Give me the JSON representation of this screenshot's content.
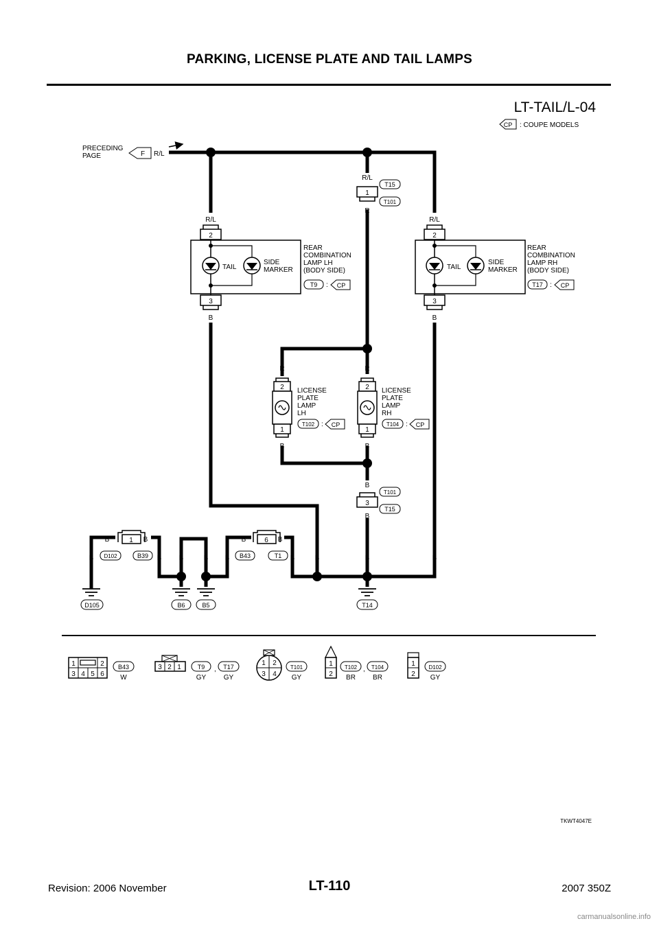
{
  "header": {
    "title": "PARKING, LICENSE PLATE AND TAIL LAMPS",
    "diagram_code": "LT-TAIL/L-04"
  },
  "legend": {
    "cp_label": "CP",
    "cp_desc": ": COUPE MODELS"
  },
  "preceding": {
    "line1": "PRECEDING",
    "line2": "PAGE",
    "flag": "F"
  },
  "colors": {
    "rl": "R/L",
    "r": "R",
    "b": "B"
  },
  "pins": {
    "p1": "1",
    "p2": "2",
    "p3": "3",
    "p4": "4",
    "p5": "5",
    "p6": "6"
  },
  "sep": {
    "colon": ":",
    "comma": ","
  },
  "lamps": {
    "tail": "TAIL",
    "side1": "SIDE",
    "side2": "MARKER",
    "lh": {
      "l1": "REAR",
      "l2": "COMBINATION",
      "l3": "LAMP LH",
      "l4": "(BODY SIDE)",
      "conn": "T9"
    },
    "rh": {
      "l1": "REAR",
      "l2": "COMBINATION",
      "l3": "LAMP RH",
      "l4": "(BODY SIDE)",
      "conn": "T17"
    }
  },
  "license": {
    "lh": {
      "l1": "LICENSE",
      "l2": "PLATE",
      "l3": "LAMP",
      "l4": "LH",
      "conn": "T102"
    },
    "rh": {
      "l1": "LICENSE",
      "l2": "PLATE",
      "l3": "LAMP",
      "l4": "RH",
      "conn": "T104"
    }
  },
  "connectors": {
    "t15": "T15",
    "t101": "T101",
    "d102": "D102",
    "b39": "B39",
    "b43": "B43",
    "t1": "T1"
  },
  "grounds": {
    "d105": "D105",
    "b6": "B6",
    "b5": "B5",
    "t14": "T14"
  },
  "connector_table": [
    {
      "conn": "B43",
      "color": "W"
    },
    {
      "conn": "T9",
      "conn2": "T17",
      "color": "GY",
      "color2": "GY"
    },
    {
      "conn": "T101",
      "color": "GY"
    },
    {
      "conn": "T102",
      "conn2": "T104",
      "color": "BR",
      "color2": "BR"
    },
    {
      "conn": "D102",
      "color": "GY"
    }
  ],
  "figure_code": "TKWT4047E",
  "footer": {
    "revision": "Revision: 2006 November",
    "page": "LT-110",
    "model": "2007 350Z"
  },
  "watermark": "carmanualsonline.info"
}
